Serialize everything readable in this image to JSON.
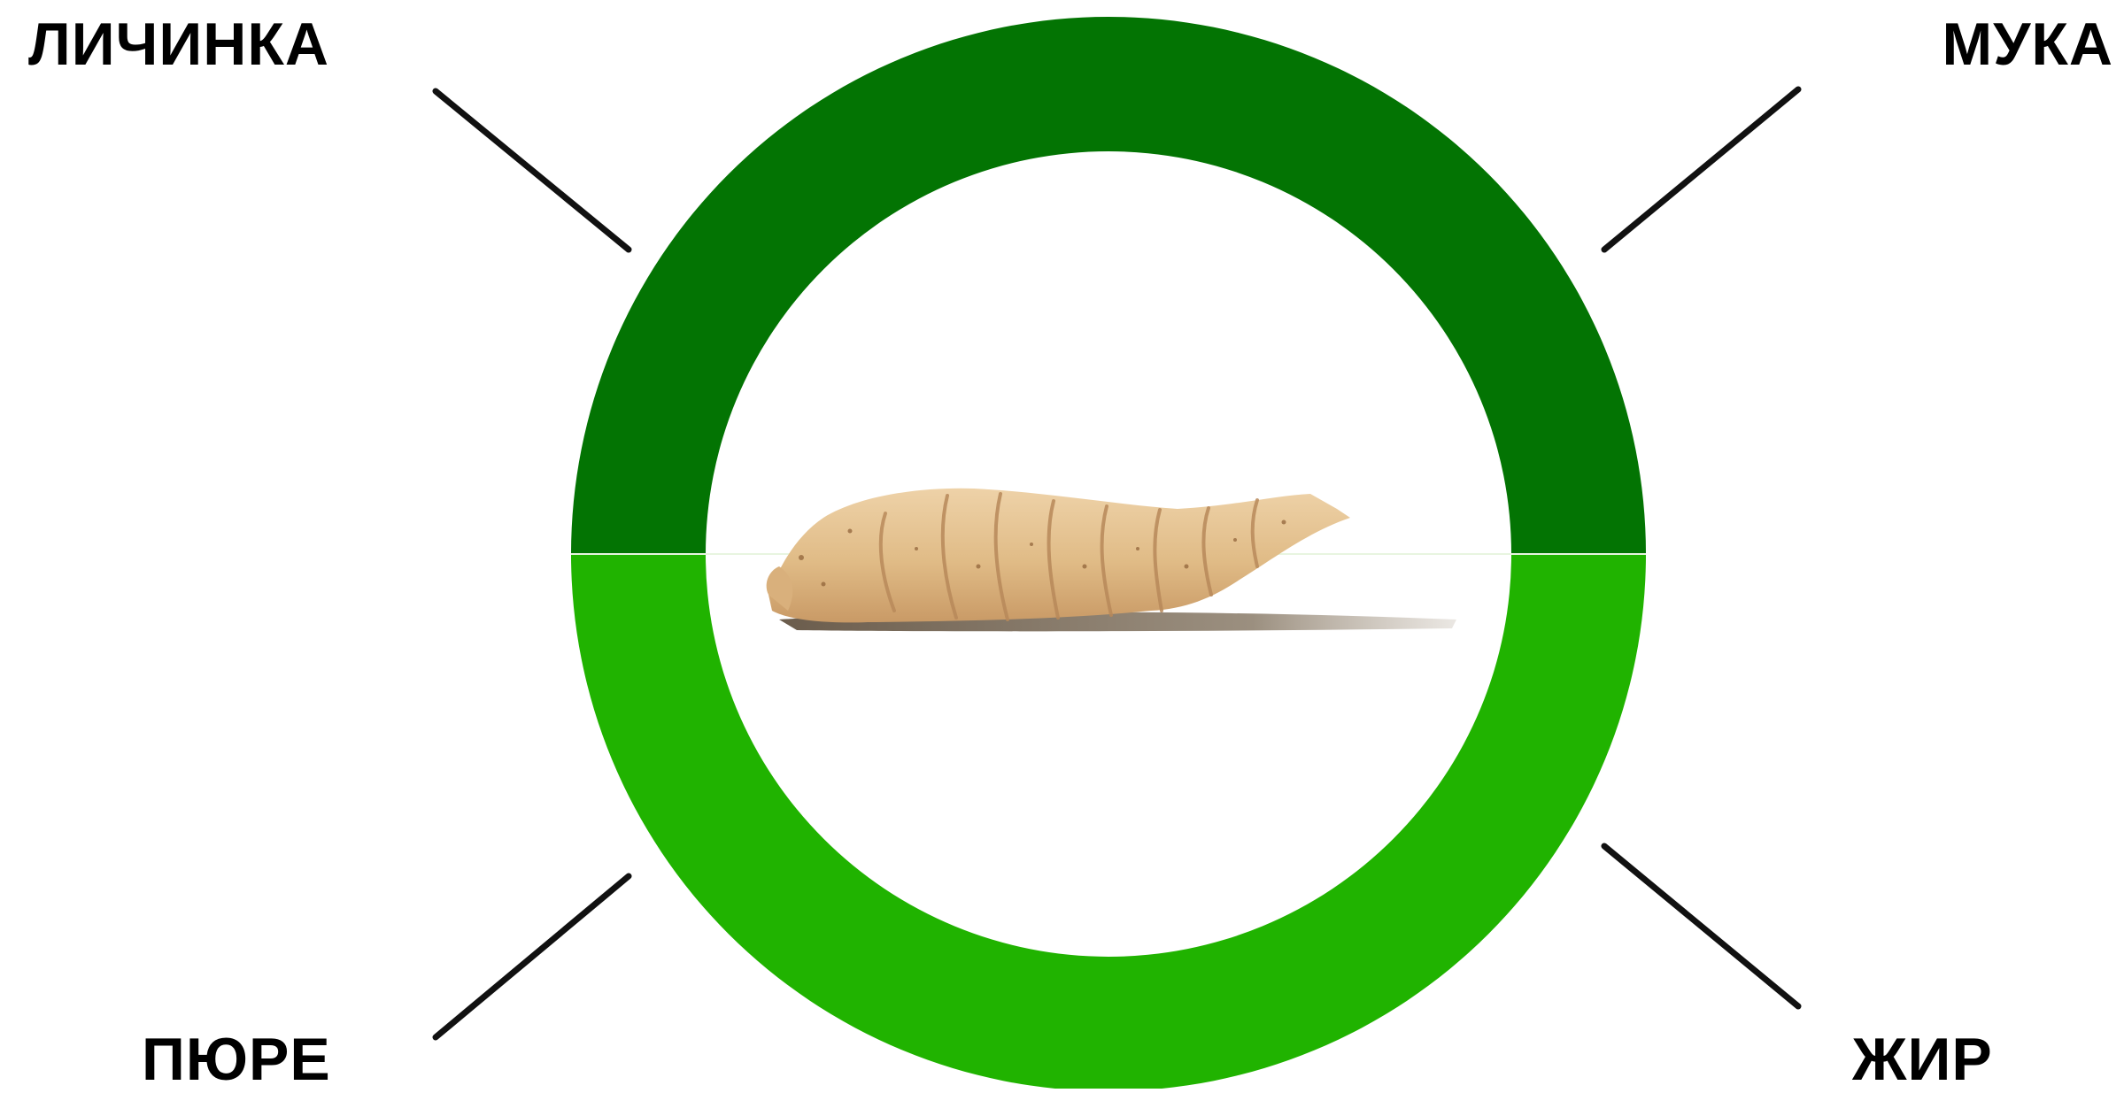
{
  "labels": {
    "top_left": "ЛИЧИНКА",
    "top_right": "МУКА",
    "bottom_left": "ПЮРЕ",
    "bottom_right": "ЖИР"
  },
  "colors": {
    "ring_top": "#037403",
    "ring_bottom": "#20B300",
    "connector": "#111111",
    "background": "#FFFFFF",
    "larva_body": "#E3C191",
    "larva_shadow": "#8A7A64"
  },
  "icons": {
    "center": "larva-icon"
  }
}
